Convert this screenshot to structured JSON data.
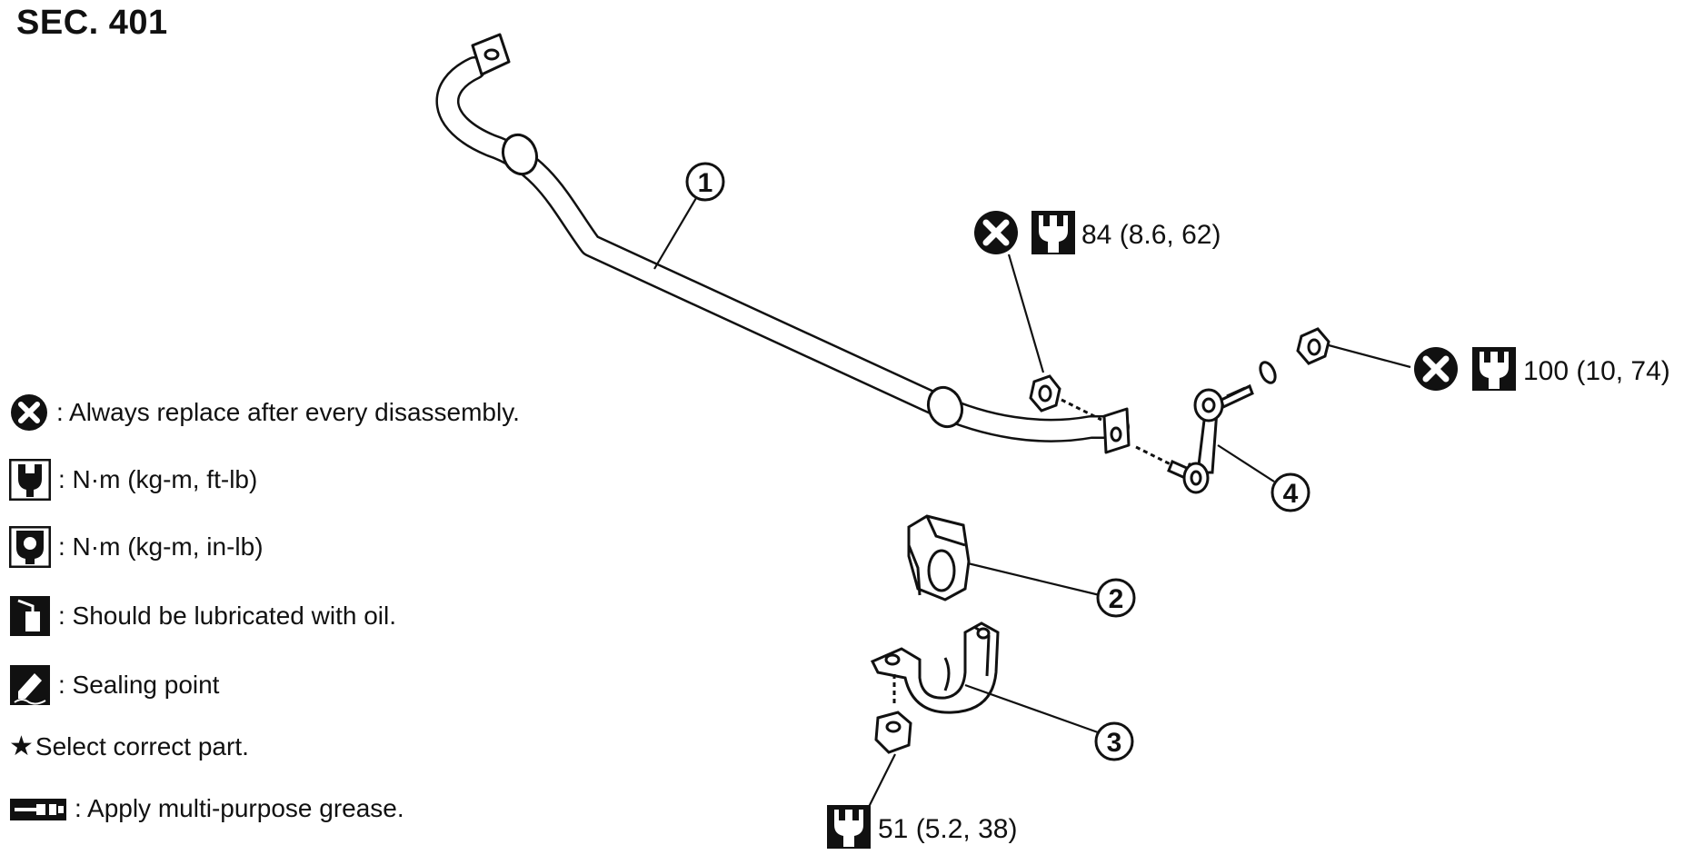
{
  "header": {
    "section": "SEC. 401"
  },
  "callouts": [
    {
      "number": "1",
      "part": "stabilizer-bar"
    },
    {
      "number": "2",
      "part": "bushing"
    },
    {
      "number": "3",
      "part": "clamp"
    },
    {
      "number": "4",
      "part": "connecting-rod"
    }
  ],
  "torques": {
    "upper_nut": "84 (8.6, 62)",
    "rod_nut": "100 (10, 74)",
    "clamp_nut": "51 (5.2, 38)"
  },
  "legend": [
    {
      "icon": "replace-x-icon",
      "text": ": Always replace after every disassembly."
    },
    {
      "icon": "wrench-ftlb-icon",
      "text": ": N·m (kg-m, ft-lb)"
    },
    {
      "icon": "wrench-inlb-icon",
      "text": ": N·m (kg-m, in-lb)"
    },
    {
      "icon": "oil-can-icon",
      "text": ": Should be lubricated with oil."
    },
    {
      "icon": "sealing-point-icon",
      "text": ": Sealing point"
    },
    {
      "icon": "star-icon",
      "text": " Select correct part."
    },
    {
      "icon": "grease-gun-icon",
      "text": " : Apply multi-purpose grease."
    }
  ]
}
